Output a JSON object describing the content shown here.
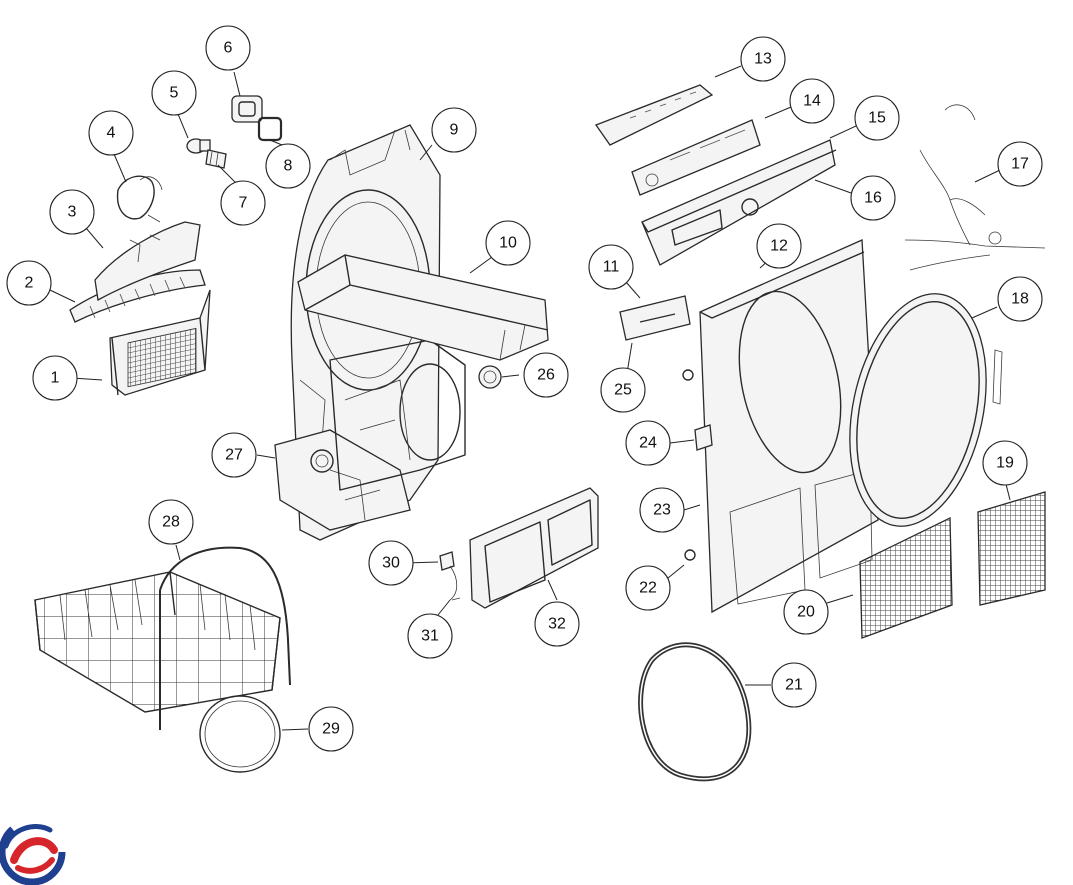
{
  "diagram": {
    "callouts": [
      "1",
      "2",
      "3",
      "4",
      "5",
      "6",
      "7",
      "8",
      "9",
      "10",
      "11",
      "12",
      "13",
      "14",
      "15",
      "16",
      "17",
      "18",
      "19",
      "20",
      "21",
      "22",
      "23",
      "24",
      "25",
      "26",
      "27",
      "28",
      "29",
      "30",
      "31",
      "32"
    ]
  },
  "logo": {
    "icon": "swirl-logo-icon",
    "colors": [
      "#1f3f8f",
      "#d7262b"
    ]
  }
}
